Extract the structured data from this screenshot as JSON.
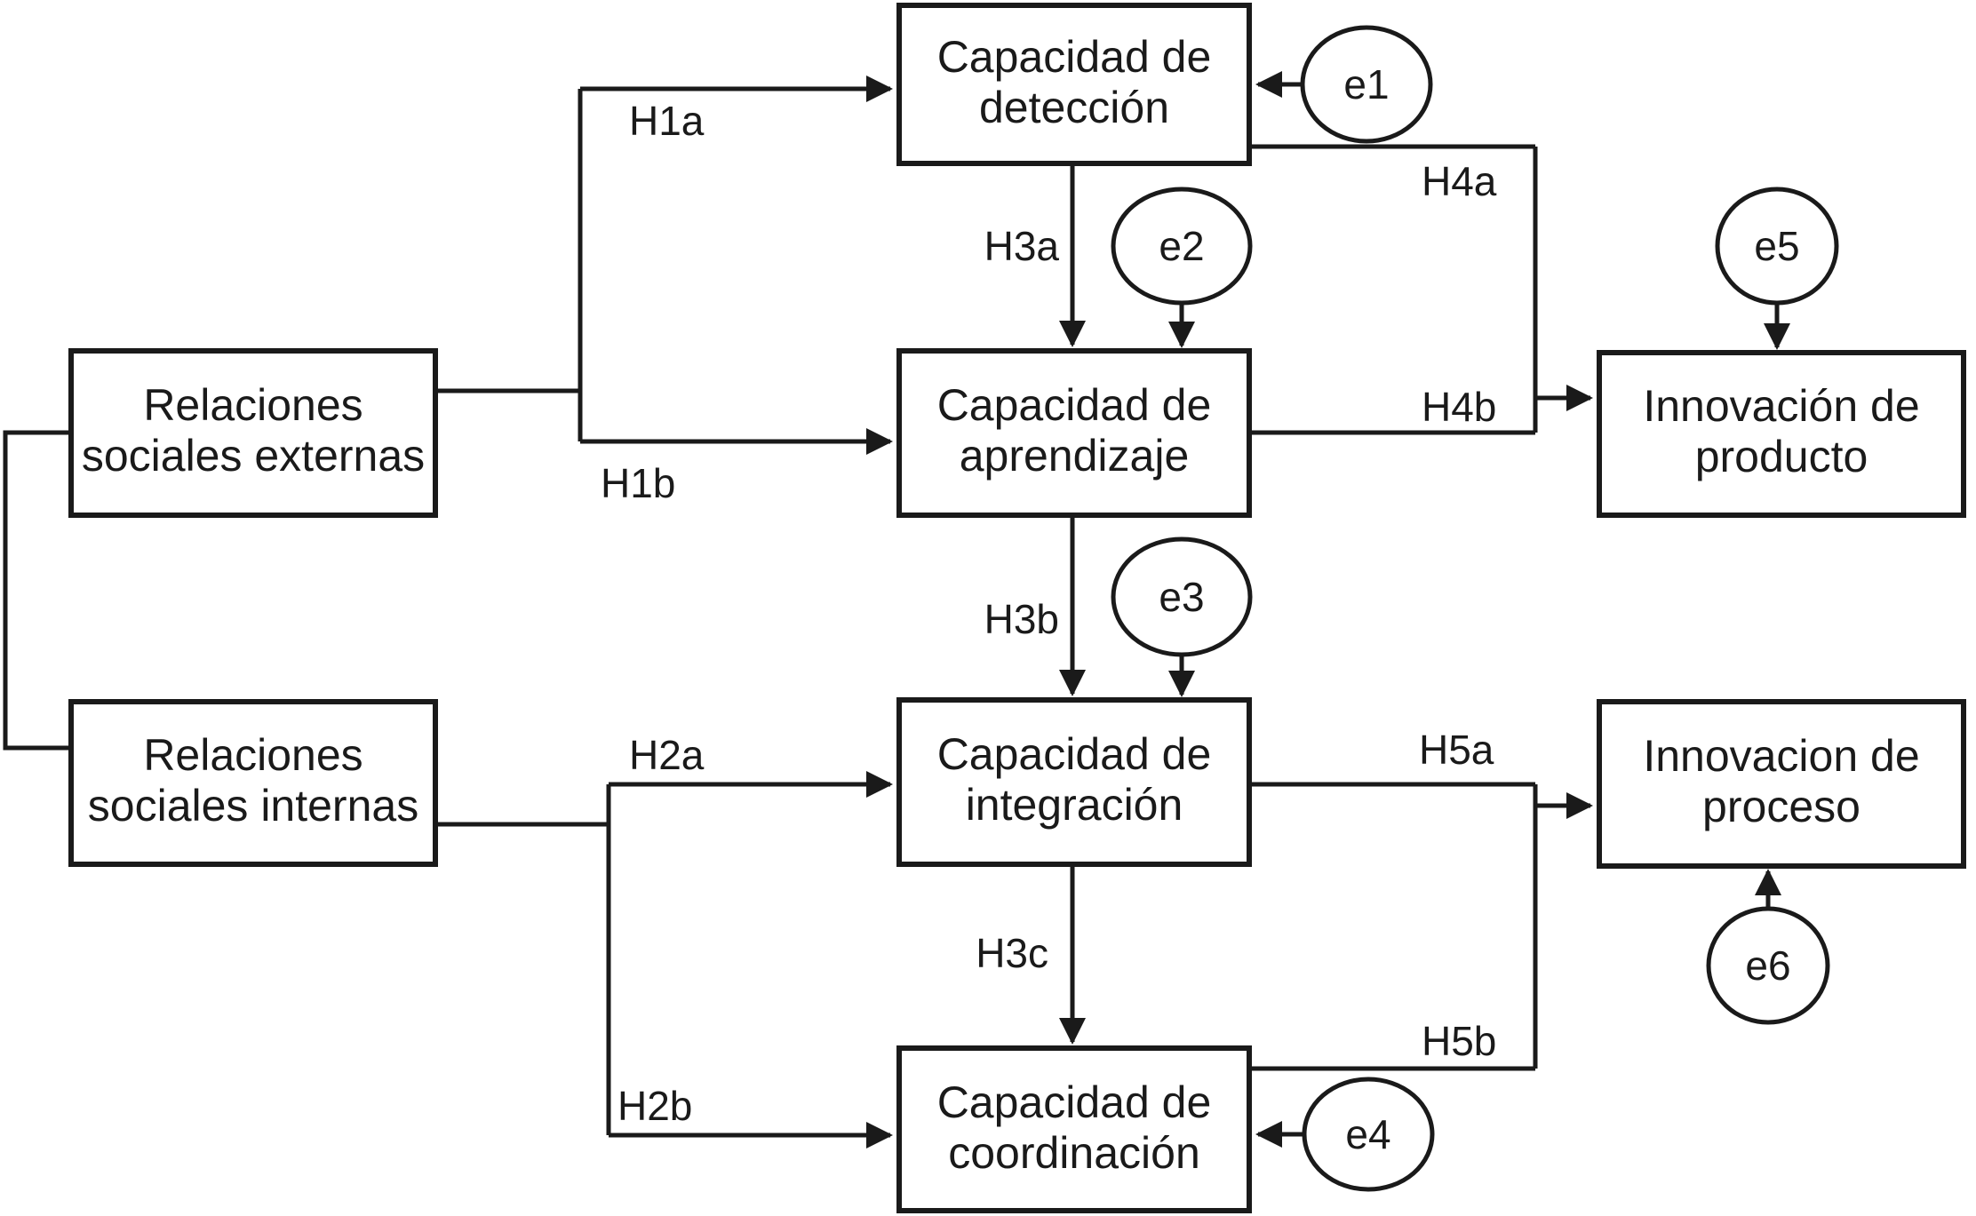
{
  "diagram": {
    "type": "structural-path-model",
    "background_color": "#ffffff",
    "stroke_color": "#1a1a1a",
    "nodes": {
      "externas": {
        "line1": "Relaciones",
        "line2": "sociales externas"
      },
      "internas": {
        "line1": "Relaciones",
        "line2": "sociales internas"
      },
      "deteccion": {
        "line1": "Capacidad de",
        "line2": "detección"
      },
      "aprendizaje": {
        "line1": "Capacidad de",
        "line2": "aprendizaje"
      },
      "integracion": {
        "line1": "Capacidad de",
        "line2": "integración"
      },
      "coordinacion": {
        "line1": "Capacidad de",
        "line2": "coordinación"
      },
      "producto": {
        "line1": "Innovación de",
        "line2": "producto"
      },
      "proceso": {
        "line1": "Innovacion de",
        "line2": "proceso"
      }
    },
    "errors": {
      "e1": "e1",
      "e2": "e2",
      "e3": "e3",
      "e4": "e4",
      "e5": "e5",
      "e6": "e6"
    },
    "hypotheses": {
      "h1a": "H1a",
      "h1b": "H1b",
      "h2a": "H2a",
      "h2b": "H2b",
      "h3a": "H3a",
      "h3b": "H3b",
      "h3c": "H3c",
      "h4a": "H4a",
      "h4b": "H4b",
      "h5a": "H5a",
      "h5b": "H5b"
    },
    "edges": [
      {
        "from": "Relaciones sociales externas",
        "to": "Capacidad de detección",
        "label": "H1a",
        "type": "directed"
      },
      {
        "from": "Relaciones sociales externas",
        "to": "Capacidad de aprendizaje",
        "label": "H1b",
        "type": "directed"
      },
      {
        "from": "Relaciones sociales internas",
        "to": "Capacidad de integración",
        "label": "H2a",
        "type": "directed"
      },
      {
        "from": "Relaciones sociales internas",
        "to": "Capacidad de coordinación",
        "label": "H2b",
        "type": "directed"
      },
      {
        "from": "Capacidad de detección",
        "to": "Capacidad de aprendizaje",
        "label": "H3a",
        "type": "directed"
      },
      {
        "from": "Capacidad de aprendizaje",
        "to": "Capacidad de integración",
        "label": "H3b",
        "type": "directed"
      },
      {
        "from": "Capacidad de integración",
        "to": "Capacidad de coordinación",
        "label": "H3c",
        "type": "directed"
      },
      {
        "from": "Capacidad de detección",
        "to": "Innovación de producto",
        "label": "H4a",
        "type": "directed"
      },
      {
        "from": "Capacidad de aprendizaje",
        "to": "Innovación de producto",
        "label": "H4b",
        "type": "directed"
      },
      {
        "from": "Capacidad de integración",
        "to": "Innovacion de proceso",
        "label": "H5a",
        "type": "directed"
      },
      {
        "from": "Capacidad de coordinación",
        "to": "Innovacion de proceso",
        "label": "H5b",
        "type": "directed"
      },
      {
        "from": "Relaciones sociales externas",
        "to": "Relaciones sociales internas",
        "label": "",
        "type": "covariance-bracket"
      },
      {
        "from": "e1",
        "to": "Capacidad de detección",
        "label": "",
        "type": "error"
      },
      {
        "from": "e2",
        "to": "Capacidad de aprendizaje",
        "label": "",
        "type": "error"
      },
      {
        "from": "e3",
        "to": "Capacidad de integración",
        "label": "",
        "type": "error"
      },
      {
        "from": "e4",
        "to": "Capacidad de coordinación",
        "label": "",
        "type": "error"
      },
      {
        "from": "e5",
        "to": "Innovación de producto",
        "label": "",
        "type": "error"
      },
      {
        "from": "e6",
        "to": "Innovacion de proceso",
        "label": "",
        "type": "error"
      }
    ]
  }
}
